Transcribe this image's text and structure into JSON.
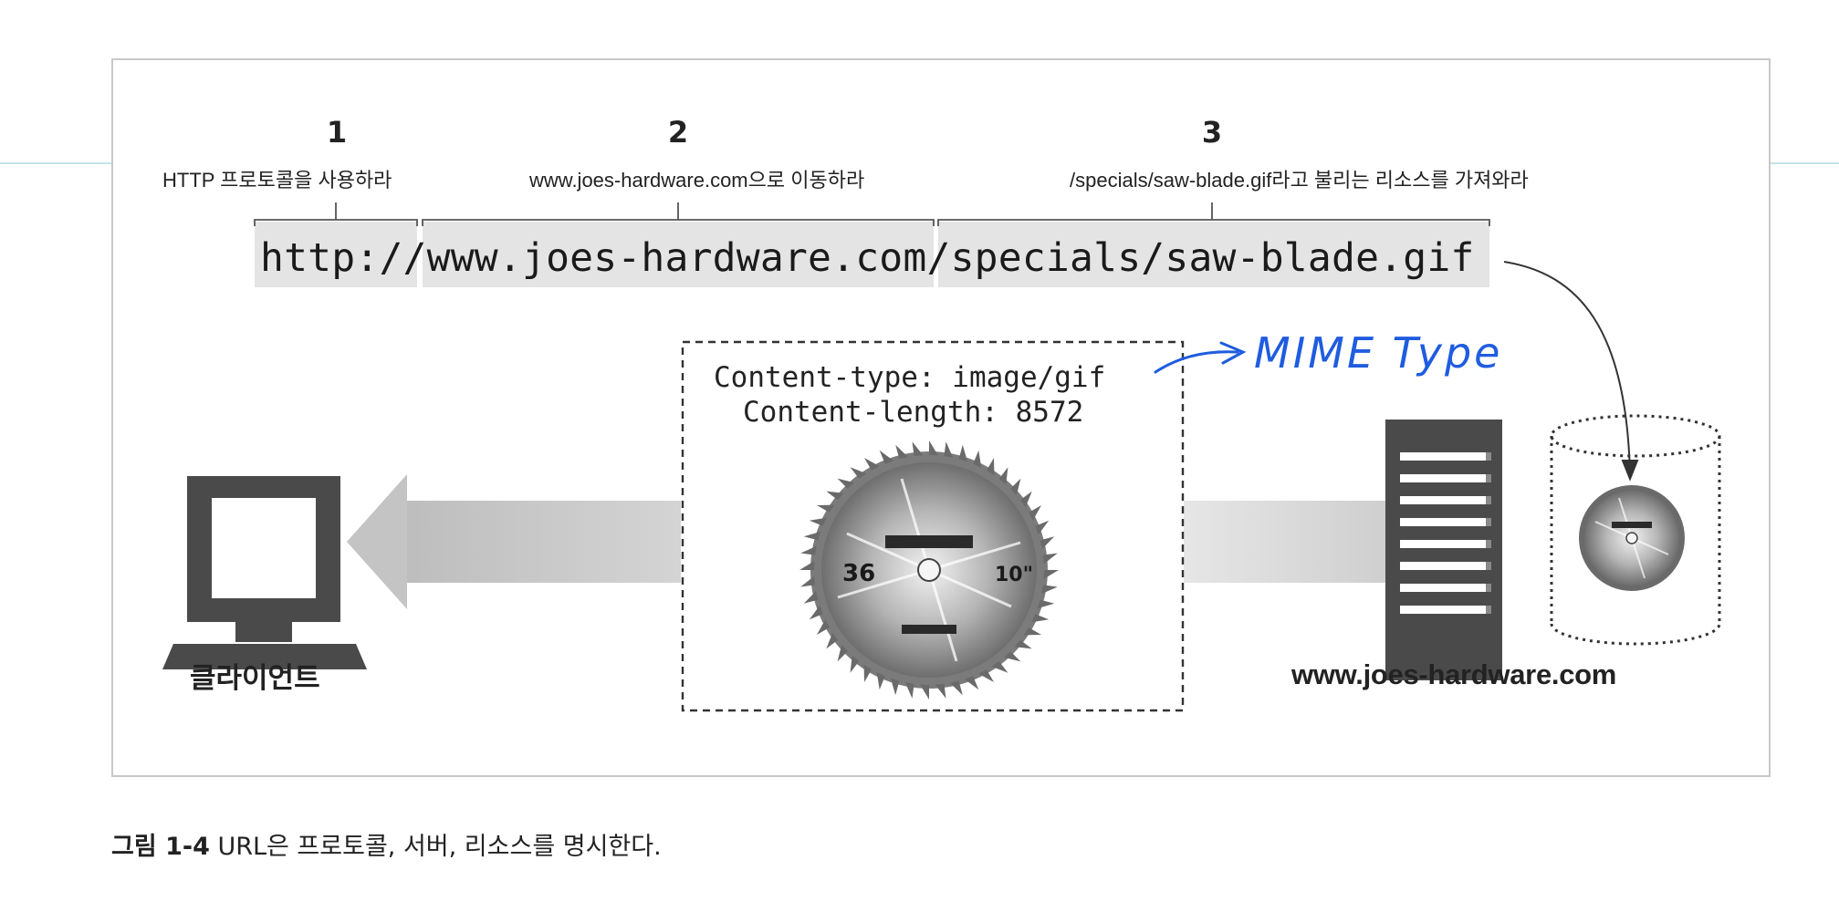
{
  "diagram": {
    "parts": [
      {
        "number": "1",
        "description": "HTTP 프로토콜을 사용하라"
      },
      {
        "number": "2",
        "description": "www.joes-hardware.com으로 이동하라"
      },
      {
        "number": "3",
        "description": "/specials/saw-blade.gif라고 불리는 리소스를 가져와라"
      }
    ],
    "url_segments": [
      "http://",
      "www.joes-hardware.com",
      "/specials/saw-blade.gif"
    ],
    "headers": [
      "Content-type: image/gif",
      "Content-length: 8572"
    ],
    "handwritten_note": "MIME Type",
    "client_label": "클라이언트",
    "server_label": "www.joes-hardware.com",
    "blade_markings": {
      "teeth": "36",
      "size": "10\""
    },
    "colors": {
      "accent_ink": "#1f5ce0",
      "arrow_gray": "#c9c9c9",
      "highlight": "#e4e4e4",
      "device_gray": "#4a4a4a"
    }
  },
  "caption": {
    "figure": "그림 1-4",
    "text": " URL은 프로토콜, 서버, 리소스를 명시한다."
  }
}
